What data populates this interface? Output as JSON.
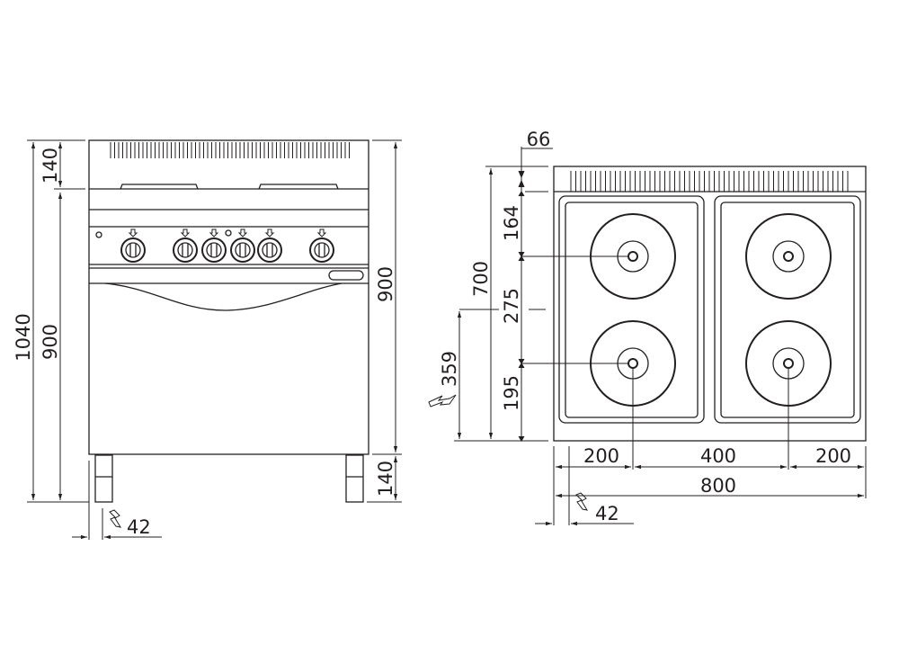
{
  "front_view": {
    "dims": {
      "total_height": "1040",
      "backsplash_height": "140",
      "body_height": "900",
      "right_body_height": "900",
      "leg_height": "140",
      "power_offset": "42"
    }
  },
  "top_view": {
    "dims": {
      "backsplash_depth": "66",
      "rear_to_front_plate": "164",
      "plate_spacing_depth": "275",
      "front_plate_to_front": "195",
      "depth": "700",
      "power_depth": "359",
      "left_to_plate": "200",
      "plate_spacing_width": "400",
      "plate_to_right": "200",
      "width": "800",
      "power_offset": "42"
    }
  },
  "colors": {
    "line": "#231f20",
    "background": "#ffffff"
  }
}
